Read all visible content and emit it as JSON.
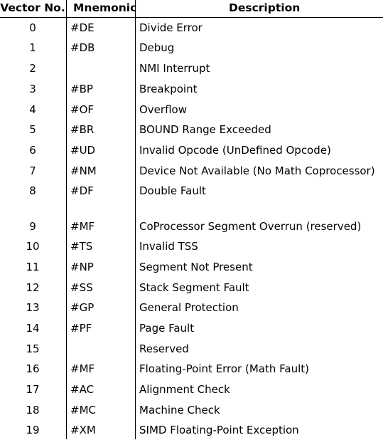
{
  "header": {
    "vector": "Vector No.",
    "mnemonic": "Mnemonic",
    "description": "Description"
  },
  "rows": [
    {
      "vector": "0",
      "mnemonic": "#DE",
      "description": "Divide Error"
    },
    {
      "vector": "1",
      "mnemonic": "#DB",
      "description": "Debug"
    },
    {
      "vector": "2",
      "mnemonic": "",
      "description": "NMI Interrupt"
    },
    {
      "vector": "3",
      "mnemonic": "#BP",
      "description": "Breakpoint"
    },
    {
      "vector": "4",
      "mnemonic": "#OF",
      "description": "Overflow"
    },
    {
      "vector": "5",
      "mnemonic": "#BR",
      "description": "BOUND Range Exceeded"
    },
    {
      "vector": "6",
      "mnemonic": "#UD",
      "description": "Invalid Opcode (UnDefined Opcode)"
    },
    {
      "vector": "7",
      "mnemonic": "#NM",
      "description": "Device Not Available (No Math Coprocessor)"
    },
    {
      "vector": "8",
      "mnemonic": "#DF",
      "description": "Double Fault"
    },
    {
      "vector": "9",
      "mnemonic": "#MF",
      "description": "CoProcessor Segment Overrun (reserved)"
    },
    {
      "vector": "10",
      "mnemonic": "#TS",
      "description": "Invalid TSS"
    },
    {
      "vector": "11",
      "mnemonic": "#NP",
      "description": "Segment Not Present"
    },
    {
      "vector": "12",
      "mnemonic": "#SS",
      "description": "Stack Segment Fault"
    },
    {
      "vector": "13",
      "mnemonic": "#GP",
      "description": "General Protection"
    },
    {
      "vector": "14",
      "mnemonic": "#PF",
      "description": "Page Fault"
    },
    {
      "vector": "15",
      "mnemonic": "",
      "description": "Reserved"
    },
    {
      "vector": "16",
      "mnemonic": "#MF",
      "description": "Floating-Point Error (Math Fault)"
    },
    {
      "vector": "17",
      "mnemonic": "#AC",
      "description": "Alignment Check"
    },
    {
      "vector": "18",
      "mnemonic": "#MC",
      "description": "Machine Check"
    },
    {
      "vector": "19",
      "mnemonic": "#XM",
      "description": "SIMD Floating-Point Exception"
    }
  ]
}
